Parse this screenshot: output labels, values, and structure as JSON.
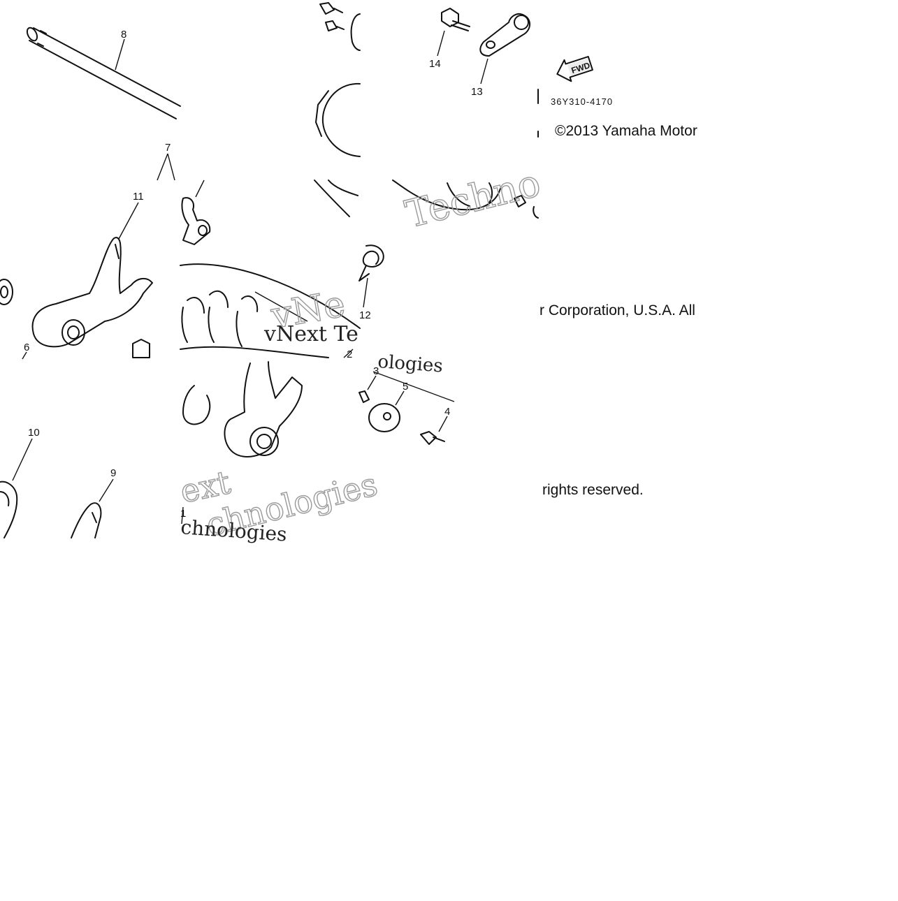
{
  "diagram_code": "36Y310-4170",
  "fwd_label": "FWD",
  "copyright": {
    "line1": "©2013 Yamaha Motor",
    "line2": "r Corporation, U.S.A. All",
    "line3": "rights reserved."
  },
  "callouts": {
    "c1": "1",
    "c2": "2",
    "c3": "3",
    "c4": "4",
    "c5": "5",
    "c6": "6",
    "c7": "7",
    "c8": "8",
    "c9": "9",
    "c10": "10",
    "c11": "11",
    "c12": "12",
    "c13": "13",
    "c14": "14"
  },
  "watermark": {
    "w1": "vNext Te",
    "w2": "chnologies",
    "w3": "ext",
    "w4": "chnologies",
    "w5": "Techno",
    "w6": "vNe",
    "w7": "ologies"
  }
}
